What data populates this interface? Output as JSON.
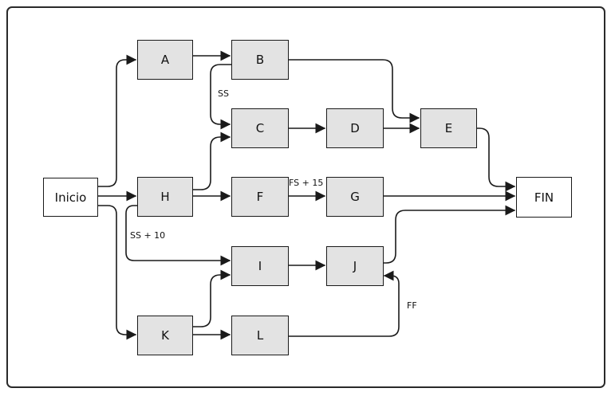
{
  "nodes": {
    "inicio": "Inicio",
    "a": "A",
    "b": "B",
    "c": "C",
    "d": "D",
    "e": "E",
    "f": "F",
    "g": "G",
    "h": "H",
    "i": "I",
    "j": "J",
    "k": "K",
    "l": "L",
    "fin": "FIN"
  },
  "relations": {
    "ss": "SS",
    "fs15": "FS + 15",
    "ss10": "SS + 10",
    "ff": "FF"
  },
  "colors": {
    "node_fill": "#e3e3e3",
    "terminal_fill": "#ffffff",
    "line": "#1a1a1a"
  }
}
